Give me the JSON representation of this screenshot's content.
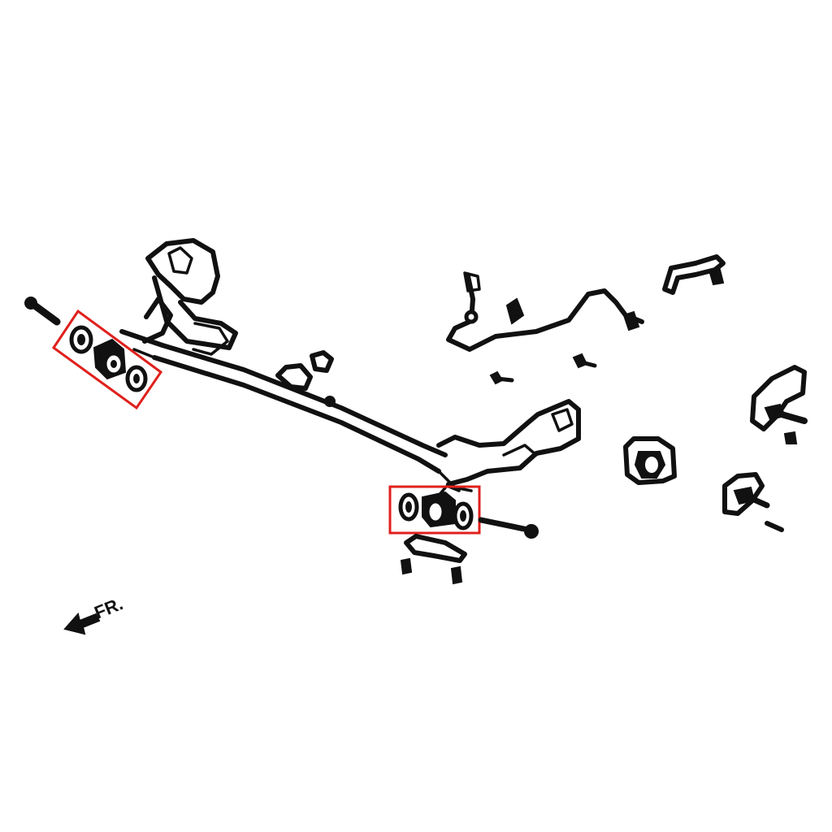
{
  "diagram": {
    "direction_label": "FR.",
    "highlight_color": "#e0201c",
    "ink_color": "#111111",
    "background_color": "#ffffff",
    "highlighted_parts": [
      {
        "name": "front-subframe-bushing-left"
      },
      {
        "name": "front-subframe-bushing-right"
      }
    ]
  }
}
